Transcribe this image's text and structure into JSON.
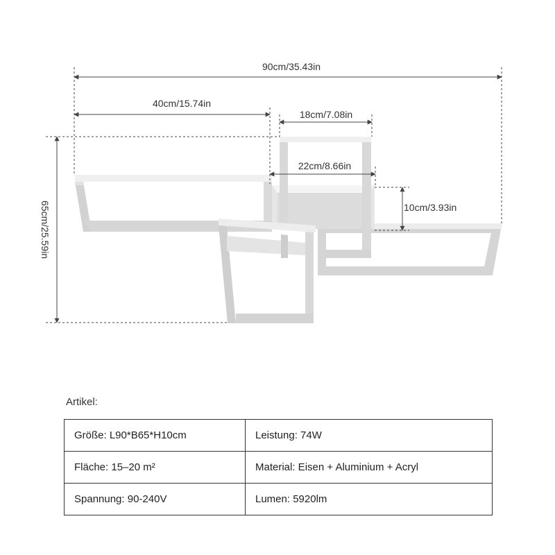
{
  "dimensions": {
    "total_length": "90cm/35.43in",
    "left_frame_length": "40cm/15.74in",
    "top_frame_width": "18cm/7.08in",
    "base_width": "22cm/8.66in",
    "height": "10cm/3.93in",
    "depth": "65cm/25.59in"
  },
  "specs": {
    "heading": "Artikel:",
    "rows": [
      {
        "left": "Größe: L90*B65*H10cm",
        "right": "Leistung: 74W"
      },
      {
        "left": "Fläche: 15–20 m²",
        "right": "Material: Eisen + Aluminium + Acryl"
      },
      {
        "left": "Spannung: 90-240V",
        "right": "Lumen: 5920lm"
      }
    ]
  },
  "colors": {
    "frame": "#f2f2f2",
    "frame_shade": "#d9d9d9",
    "dimension_line": "#444444"
  }
}
